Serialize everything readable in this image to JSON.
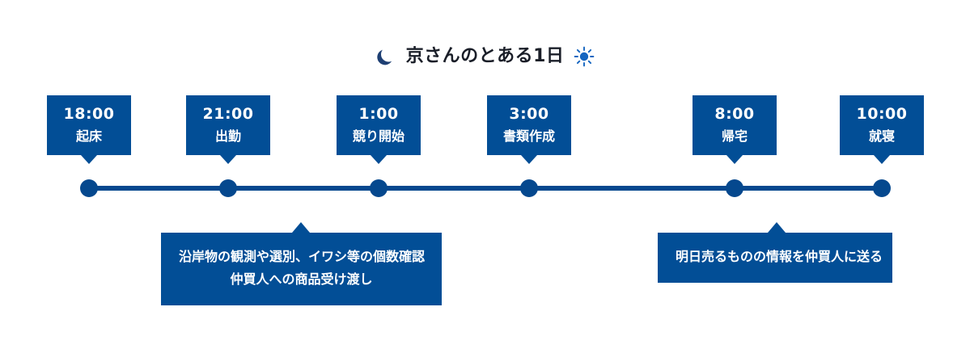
{
  "header": {
    "title": "京さんのとある1日",
    "moon_icon": "crescent-moon-icon",
    "sun_icon": "sun-icon",
    "moon_color": "#1e3f73",
    "sun_color": "#1565c0",
    "title_color": "#1a1e28"
  },
  "theme": {
    "card_background": "#024e96",
    "axis_color": "#05488e",
    "card_text": "#ffffff",
    "page_background": "#ffffff"
  },
  "timeline": {
    "events": [
      {
        "time": "18:00",
        "label": "起床"
      },
      {
        "time": "21:00",
        "label": "出勤"
      },
      {
        "time": "1:00",
        "label": "競り開始"
      },
      {
        "time": "3:00",
        "label": "書類作成"
      },
      {
        "time": "8:00",
        "label": "帰宅"
      },
      {
        "time": "10:00",
        "label": "就寝"
      }
    ]
  },
  "notes": [
    {
      "lines": [
        "沿岸物の観測や選別、イワシ等の個数確認",
        "仲買人への商品受け渡し"
      ]
    },
    {
      "lines": [
        "明日売るものの情報を仲買人に送る"
      ]
    }
  ]
}
